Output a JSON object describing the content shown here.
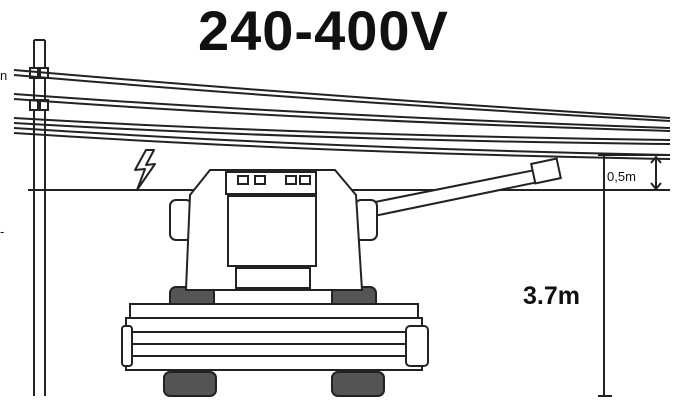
{
  "header": {
    "voltage": "240-400V"
  },
  "dimensions": {
    "height": "3.7m",
    "clearance": "0,5m"
  },
  "edge_fragments": {
    "left_top": "n",
    "left_mid": "-"
  },
  "icons": {
    "hazard": "lightning-bolt-icon",
    "arrow": "double-arrow-icon"
  }
}
